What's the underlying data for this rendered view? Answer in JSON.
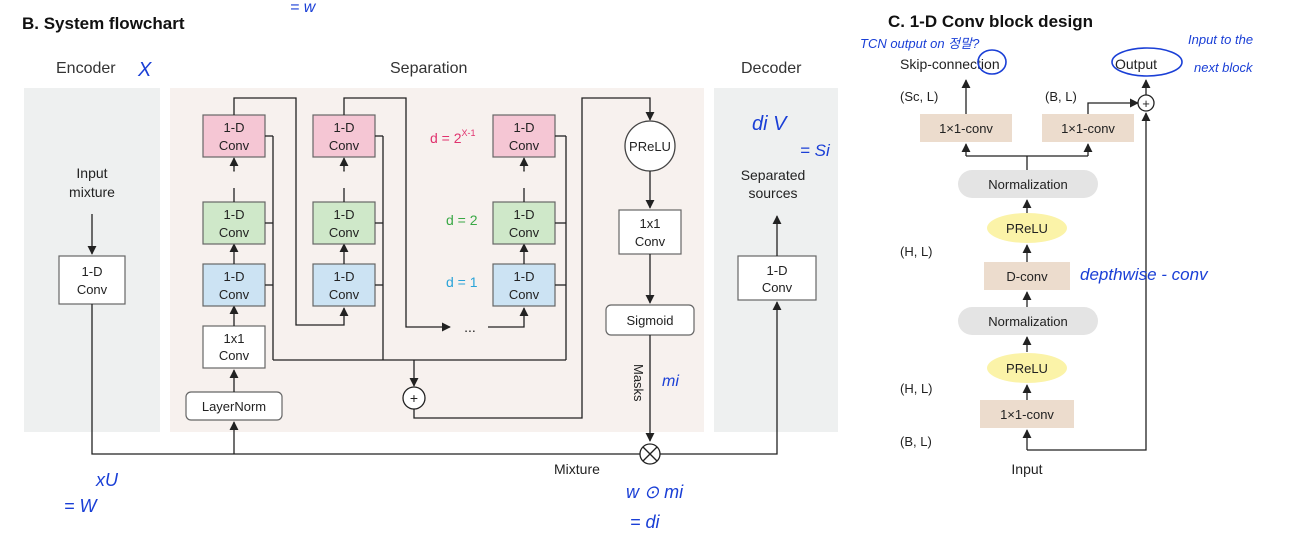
{
  "left": {
    "title": "B. System flowchart",
    "sections": {
      "encoder": "Encoder",
      "separation": "Separation",
      "decoder": "Decoder"
    },
    "input_mixture": [
      "Input",
      "mixture"
    ],
    "conv_1d": [
      "1-D",
      "Conv"
    ],
    "conv_1x1": [
      "1x1",
      "Conv"
    ],
    "layernorm": "LayerNorm",
    "prelu": "PReLU",
    "sigmoid": "Sigmoid",
    "masks": "Masks",
    "mixture": "Mixture",
    "separated_sources": [
      "Separated",
      "sources"
    ],
    "dilations": {
      "top": "d = 2",
      "top_exp": "X-1",
      "middle": "d = 2",
      "bottom": "d = 1"
    },
    "dots": "...",
    "sum_symbol": "+",
    "mult_symbol": "×"
  },
  "right": {
    "title": "C. 1-D Conv block design",
    "skip_connection": "Skip-connection",
    "output": "Output",
    "input": "Input",
    "conv1x1": "1×1-conv",
    "normalization": "Normalization",
    "prelu": "PReLU",
    "dconv": "D-conv",
    "dims": {
      "sc": "(Sc, L)",
      "bl_top": "(B, L)",
      "hl_top": "(H, L)",
      "hl_bottom": "(H, L)",
      "bl_bottom": "(B, L)"
    },
    "plus": "+"
  },
  "colors": {
    "panel": "#eef0f0",
    "separation_panel": "#f7f1ee",
    "pink": "#f5c6d4",
    "green": "#cfe8c9",
    "blue": "#cce3f3",
    "tan": "#ecdccd",
    "gray": "#e4e4e4",
    "yellow": "#fbf3a8",
    "d_top": "#e0336e",
    "d_middle": "#39a845",
    "d_bottom": "#2aa3d8",
    "handwriting": "#1a3fd6"
  },
  "handwriting": {
    "top_w": "= w",
    "encoder_mark": "X",
    "tcn_note": "TCN output on 정말?",
    "input_note": [
      "Input to the",
      "next block"
    ],
    "depthwise_note": "depthwise - conv",
    "di_v": "di V",
    "si": "= Si",
    "m_i": "mi",
    "xu": "xU",
    "eq_w": "= W",
    "w_odot_mi": "w ⊙ mi",
    "eq_di": "= di"
  }
}
